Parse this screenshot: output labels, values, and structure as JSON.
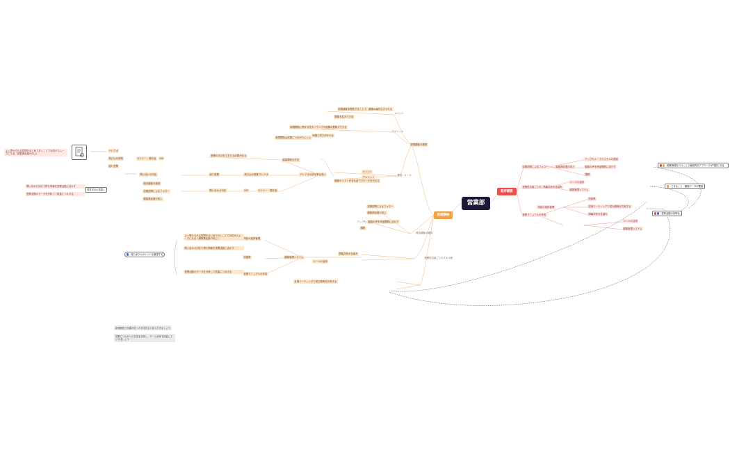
{
  "root": "営業部",
  "branches": {
    "left": "新規開拓",
    "right": "既存顧客"
  },
  "nodes": [
    {
      "id": "n1",
      "t": "新規顧客の獲得"
    },
    {
      "id": "n2",
      "t": "メリット"
    },
    {
      "id": "n3",
      "t": "新規顧客を開拓することで、顧客の幅を広げられる"
    },
    {
      "id": "n4",
      "t": "販路を拡大できる"
    },
    {
      "id": "n5",
      "t": "新規開拓に関する社内ノウハウや経験の蓄積ができる"
    },
    {
      "id": "n6",
      "t": "デメリット"
    },
    {
      "id": "n7",
      "t": "時間と労力がかかる"
    },
    {
      "id": "n8",
      "t": "新規開拓は成果につながりにくい"
    },
    {
      "id": "n9",
      "t": "電話・メール"
    },
    {
      "id": "n10",
      "t": "メリット"
    },
    {
      "id": "n11",
      "t": "顧客のリストがあればアプローチを行える"
    },
    {
      "id": "n12",
      "t": "デメリット"
    },
    {
      "id": "n13",
      "t": "テレアポの成功率は低い"
    },
    {
      "id": "n14",
      "t": "営業の手法を工夫する必要がある"
    },
    {
      "id": "n15",
      "t": "顧客開拓の方法"
    },
    {
      "id": "n16",
      "t": "テレアポ"
    },
    {
      "id": "n17",
      "t": "飛び込み営業"
    },
    {
      "id": "n18",
      "t": "紹介営業"
    },
    {
      "id": "n19",
      "t": "セミナー・展示会"
    },
    {
      "id": "n20",
      "t": "DM"
    },
    {
      "id": "n21",
      "t": "問い合わせ対応"
    },
    {
      "id": "n22",
      "t": "既存顧客の維持"
    },
    {
      "id": "n23",
      "t": "定期訪問によるフォロー"
    },
    {
      "id": "n24",
      "t": "顧客満足度の向上"
    },
    {
      "id": "n25",
      "t": "アップセル・クロスセルの提案"
    },
    {
      "id": "n26",
      "t": "顧客の声を商品開発に活かす"
    },
    {
      "id": "n27",
      "t": "課題"
    },
    {
      "id": "n28",
      "t": "営業担当者ごとのスキル差"
    },
    {
      "id": "n29",
      "t": "情報共有の仕組み"
    },
    {
      "id": "n30",
      "t": "ツールの活用"
    },
    {
      "id": "n31",
      "t": "顧客管理システム"
    },
    {
      "id": "n32",
      "t": "商談の進捗管理"
    },
    {
      "id": "n33",
      "t": "改善策"
    },
    {
      "id": "n34",
      "t": "営業マニュアルの作成"
    },
    {
      "id": "n35",
      "t": "定例ミーティングで成功事例を共有する"
    }
  ],
  "callouts": {
    "c1": "顧客管理を行うことで継続的なアプローチが可能になる",
    "c2": "できること：顧客データの蓄積",
    "c3": "営業活動の効率化",
    "c4": "振り返りのポイントを確認する",
    "c5": "営業手法の見直し"
  },
  "notes": {
    "n_a": "新規開拓で効果があった手法をまとめておきましょう",
    "n_b": "成果につながった方法を共有し、チーム全体で改善していきましょう"
  },
  "left_notes": {
    "l1": "よく寄せられる質問をまとめておくことで対応がスムーズになる（顧客満足度の向上）",
    "l2": "問い合わせ対応で得た情報を営業活動に活かす",
    "l3": "営業活動のデータを分析して改善につなげる"
  }
}
